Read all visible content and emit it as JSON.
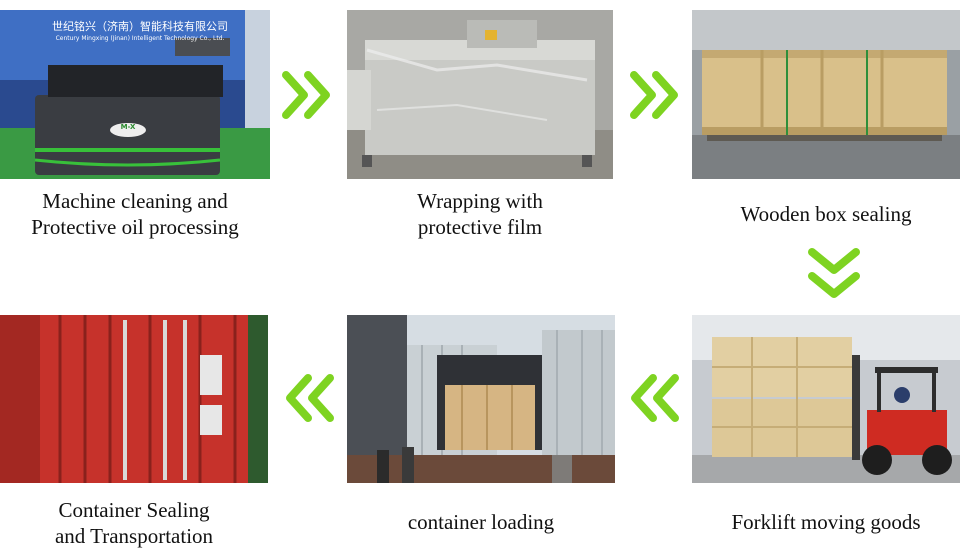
{
  "colors": {
    "arrow_green": "#7ed321",
    "caption_text": "#111111",
    "machine_green": "#38c13a",
    "wood": "#d9c08a",
    "container_red": "#c6322b",
    "container_gray": "#c9d0d4",
    "forklift_red": "#cf2b22"
  },
  "steps": [
    {
      "caption": "Machine cleaning and\nProtective oil processing",
      "photo_banner_cn": "世纪铭兴（济南）智能科技有限公司",
      "photo_banner_en": "Century Mingxing (Jinan) Intelligent Technology Co., Ltd.",
      "photo_logo": "M-X"
    },
    {
      "caption": "Wrapping with\nprotective film"
    },
    {
      "caption": "Wooden box sealing"
    },
    {
      "caption": "Forklift moving goods"
    },
    {
      "caption": "container loading"
    },
    {
      "caption": "Container Sealing\nand Transportation"
    }
  ],
  "arrows": [
    {
      "icon": "double-chevron-right-icon"
    },
    {
      "icon": "double-chevron-right-icon"
    },
    {
      "icon": "double-chevron-down-icon"
    },
    {
      "icon": "double-chevron-left-icon"
    },
    {
      "icon": "double-chevron-left-icon"
    }
  ]
}
